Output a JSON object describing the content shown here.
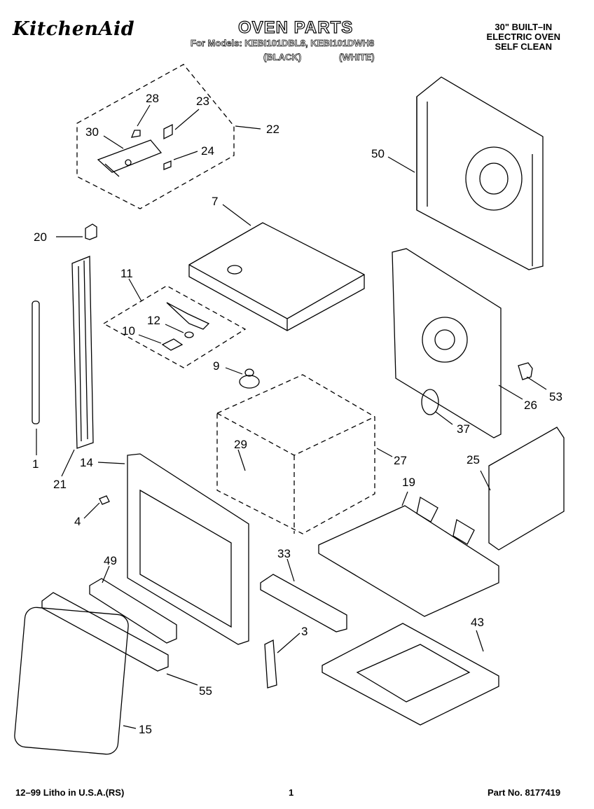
{
  "header": {
    "brand": "KitchenAid",
    "title": "OVEN PARTS",
    "models_line": "For Models: KEBI101DBL8, KEBI101DWH8",
    "model_black": "(BLACK)",
    "model_white": "(WHITE)",
    "spec_lines": [
      "30\" BUILT–IN",
      "ELECTRIC OVEN",
      "SELF CLEAN"
    ]
  },
  "callouts": [
    "28",
    "23",
    "30",
    "22",
    "24",
    "7",
    "50",
    "20",
    "11",
    "12",
    "10",
    "9",
    "53",
    "26",
    "37",
    "29",
    "27",
    "1",
    "21",
    "14",
    "25",
    "19",
    "4",
    "49",
    "33",
    "3",
    "43",
    "55",
    "15"
  ],
  "footer": {
    "litho": "12–99 Litho in U.S.A.(RS)",
    "page": "1",
    "part_no": "Part No. 8177419"
  }
}
